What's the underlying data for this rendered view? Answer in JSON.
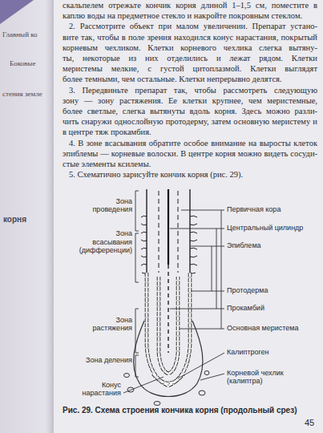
{
  "diagram": {
    "caption": "Рис. 29. Схема строения кончика корня (продольный срез)",
    "labels": [
      "скальпелем отрежьте кончик корня длиной 1–1,5 см, поместите в",
      "каплю воды на предметное стекло и накройте покровным стеклом.",
      "2. Рассмотрите объект при малом увеличении. Препарат устано-",
      "вите так, чтобы в поле зрения находился конус нарастания, покрытый",
      "корневым чехликом. Клетки корневого чехлика слегка вытяну-",
      "ты, некоторые из них отделились и лежат рядом. Клетки",
      "меристемы мелкие, с густой цитоплазмой. Клетки выглядят",
      "более темными, чем остальные. Клетки непрерывно делятся.",
      "3. Передвиньте препарат так, чтобы рассмотреть следующую",
      "зону — зону растяжения. Ее клетки крупнее, чем меристемные,",
      "более светлые, слегка вытянуты вдоль корня. Здесь можно разли-",
      "чить снаружи однослойную протодерму, затем основную меристему и",
      "в центре тяж прокамбия.",
      "4. В зоне всасывания обратите особое внимание на выросты клеток",
      "эпиблемы — корневые волоски. В центре корня можно видеть сосуди-",
      "стые элементы ксилемы.",
      "5. Схематично зарисуйте кончик корня (рис. 29).",
      "Главный ко",
      "Боковые",
      "стения земле",
      "корня",
      "Зона проведения",
      "Зона всасывания (дифференции)",
      "Зона растяжения",
      "Зона деления",
      "Конус нарастания",
      "Первичная кора",
      "Центральный цилиндр",
      "Эпиблема",
      "Протодерма",
      "Прокамбий",
      "Основная меристема",
      "Калиптроген",
      "Корневой чехлик (калиптра)",
      "45"
    ]
  }
}
